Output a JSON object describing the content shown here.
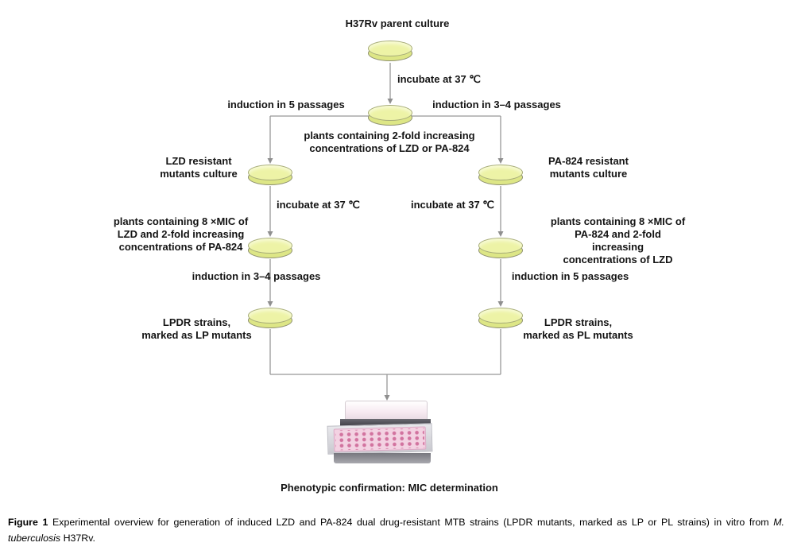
{
  "figure": {
    "parent_culture": "H37Rv parent culture",
    "incubate_top": "incubate at 37 ℃",
    "induction_left_top": "induction in 5 passages",
    "induction_right_top": "induction in 3–4 passages",
    "plants_center": "plants containing 2-fold increasing\nconcentrations of LZD or PA-824",
    "lzd_resistant": "LZD resistant\nmutants culture",
    "pa824_resistant": "PA-824 resistant\nmutants culture",
    "incubate_left": "incubate at 37 ℃",
    "incubate_right": "incubate at 37 ℃",
    "plants_left": "plants containing 8 ×MIC of\nLZD and 2-fold increasing\nconcentrations of PA-824",
    "plants_right": "plants containing 8 ×MIC of\nPA-824 and 2-fold increasing\nconcentrations of LZD",
    "induction_left_bottom": "induction in 3–4 passages",
    "induction_right_bottom": "induction in 5 passages",
    "lpdr_left": "LPDR strains,\nmarked as LP mutants",
    "lpdr_right": "LPDR strains,\nmarked as PL mutants",
    "phenotypic": "Phenotypic confirmation: MIC determination"
  },
  "caption": {
    "label": "Figure 1",
    "text_before_species": "Experimental overview for generation of induced LZD and PA-824 dual drug-resistant MTB strains (LPDR mutants, marked as LP or PL strains) in vitro from",
    "species": "M. tuberculosis",
    "text_after_species": "H37Rv."
  },
  "colors": {
    "dish_fill": "#edf3a6",
    "dish_base": "#dde686",
    "dish_border": "#8e9070",
    "connector_line": "#989898",
    "plate_pink": "#f3d2e2",
    "well_pink": "#d2739f",
    "text": "#141414"
  }
}
